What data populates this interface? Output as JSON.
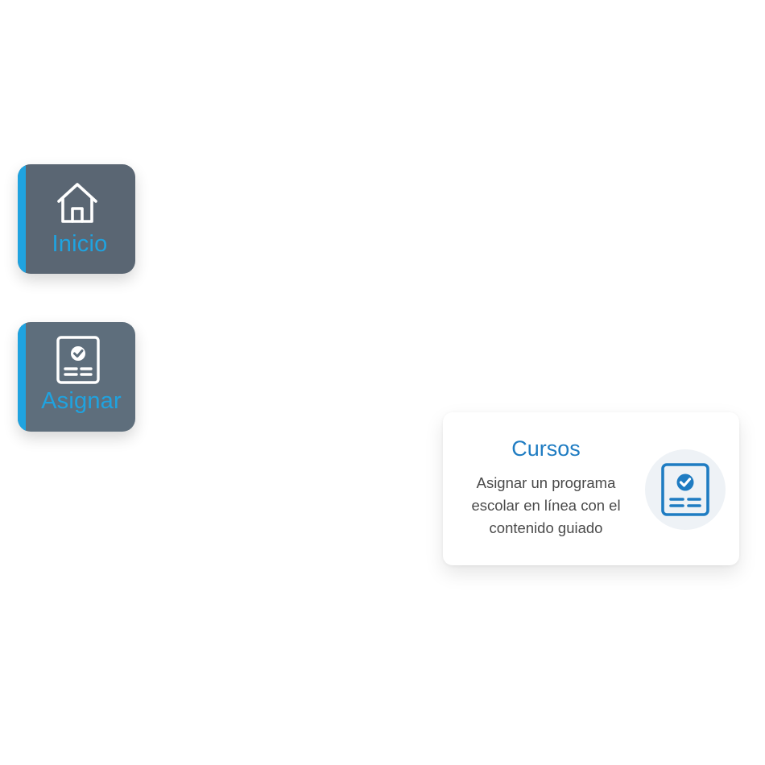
{
  "nav": {
    "items": [
      {
        "id": "inicio",
        "label": "Inicio",
        "icon": "house-icon"
      },
      {
        "id": "asignar",
        "label": "Asignar",
        "icon": "assignment-check-icon"
      }
    ],
    "accent_color": "#1fa3e0",
    "tile_color": "#5a6673"
  },
  "card": {
    "title": "Cursos",
    "description_lines": [
      "Asignar un programa",
      "escolar en línea con el",
      "contenido guiado"
    ],
    "icon": "assignment-check-icon",
    "title_color": "#1f7cc2"
  }
}
